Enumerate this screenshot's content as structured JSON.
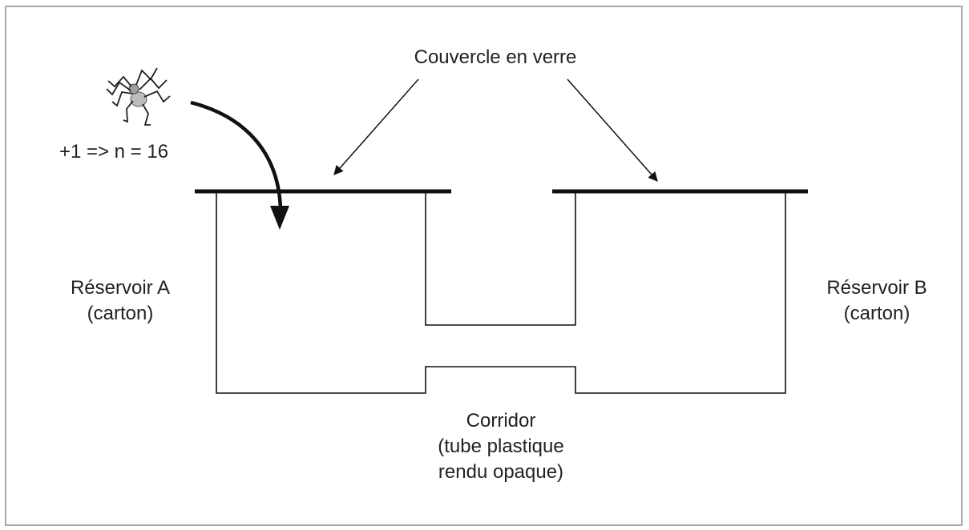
{
  "labels": {
    "glass_lid": "Couvercle en verre",
    "counter": "+1 => n = 16",
    "reservoir_a": {
      "line1": "Réservoir A",
      "line2": "(carton)"
    },
    "reservoir_b": {
      "line1": "Réservoir B",
      "line2": "(carton)"
    },
    "corridor": {
      "line1": "Corridor",
      "line2": "(tube plastique",
      "line3": "rendu opaque)"
    }
  },
  "colors": {
    "stroke": "#111111",
    "text": "#222222",
    "frame": "#a8a8a8",
    "spider_body": "#bdbdbd"
  },
  "icons": {
    "spider": "spider-icon",
    "arrow": "curved-arrow-icon"
  }
}
